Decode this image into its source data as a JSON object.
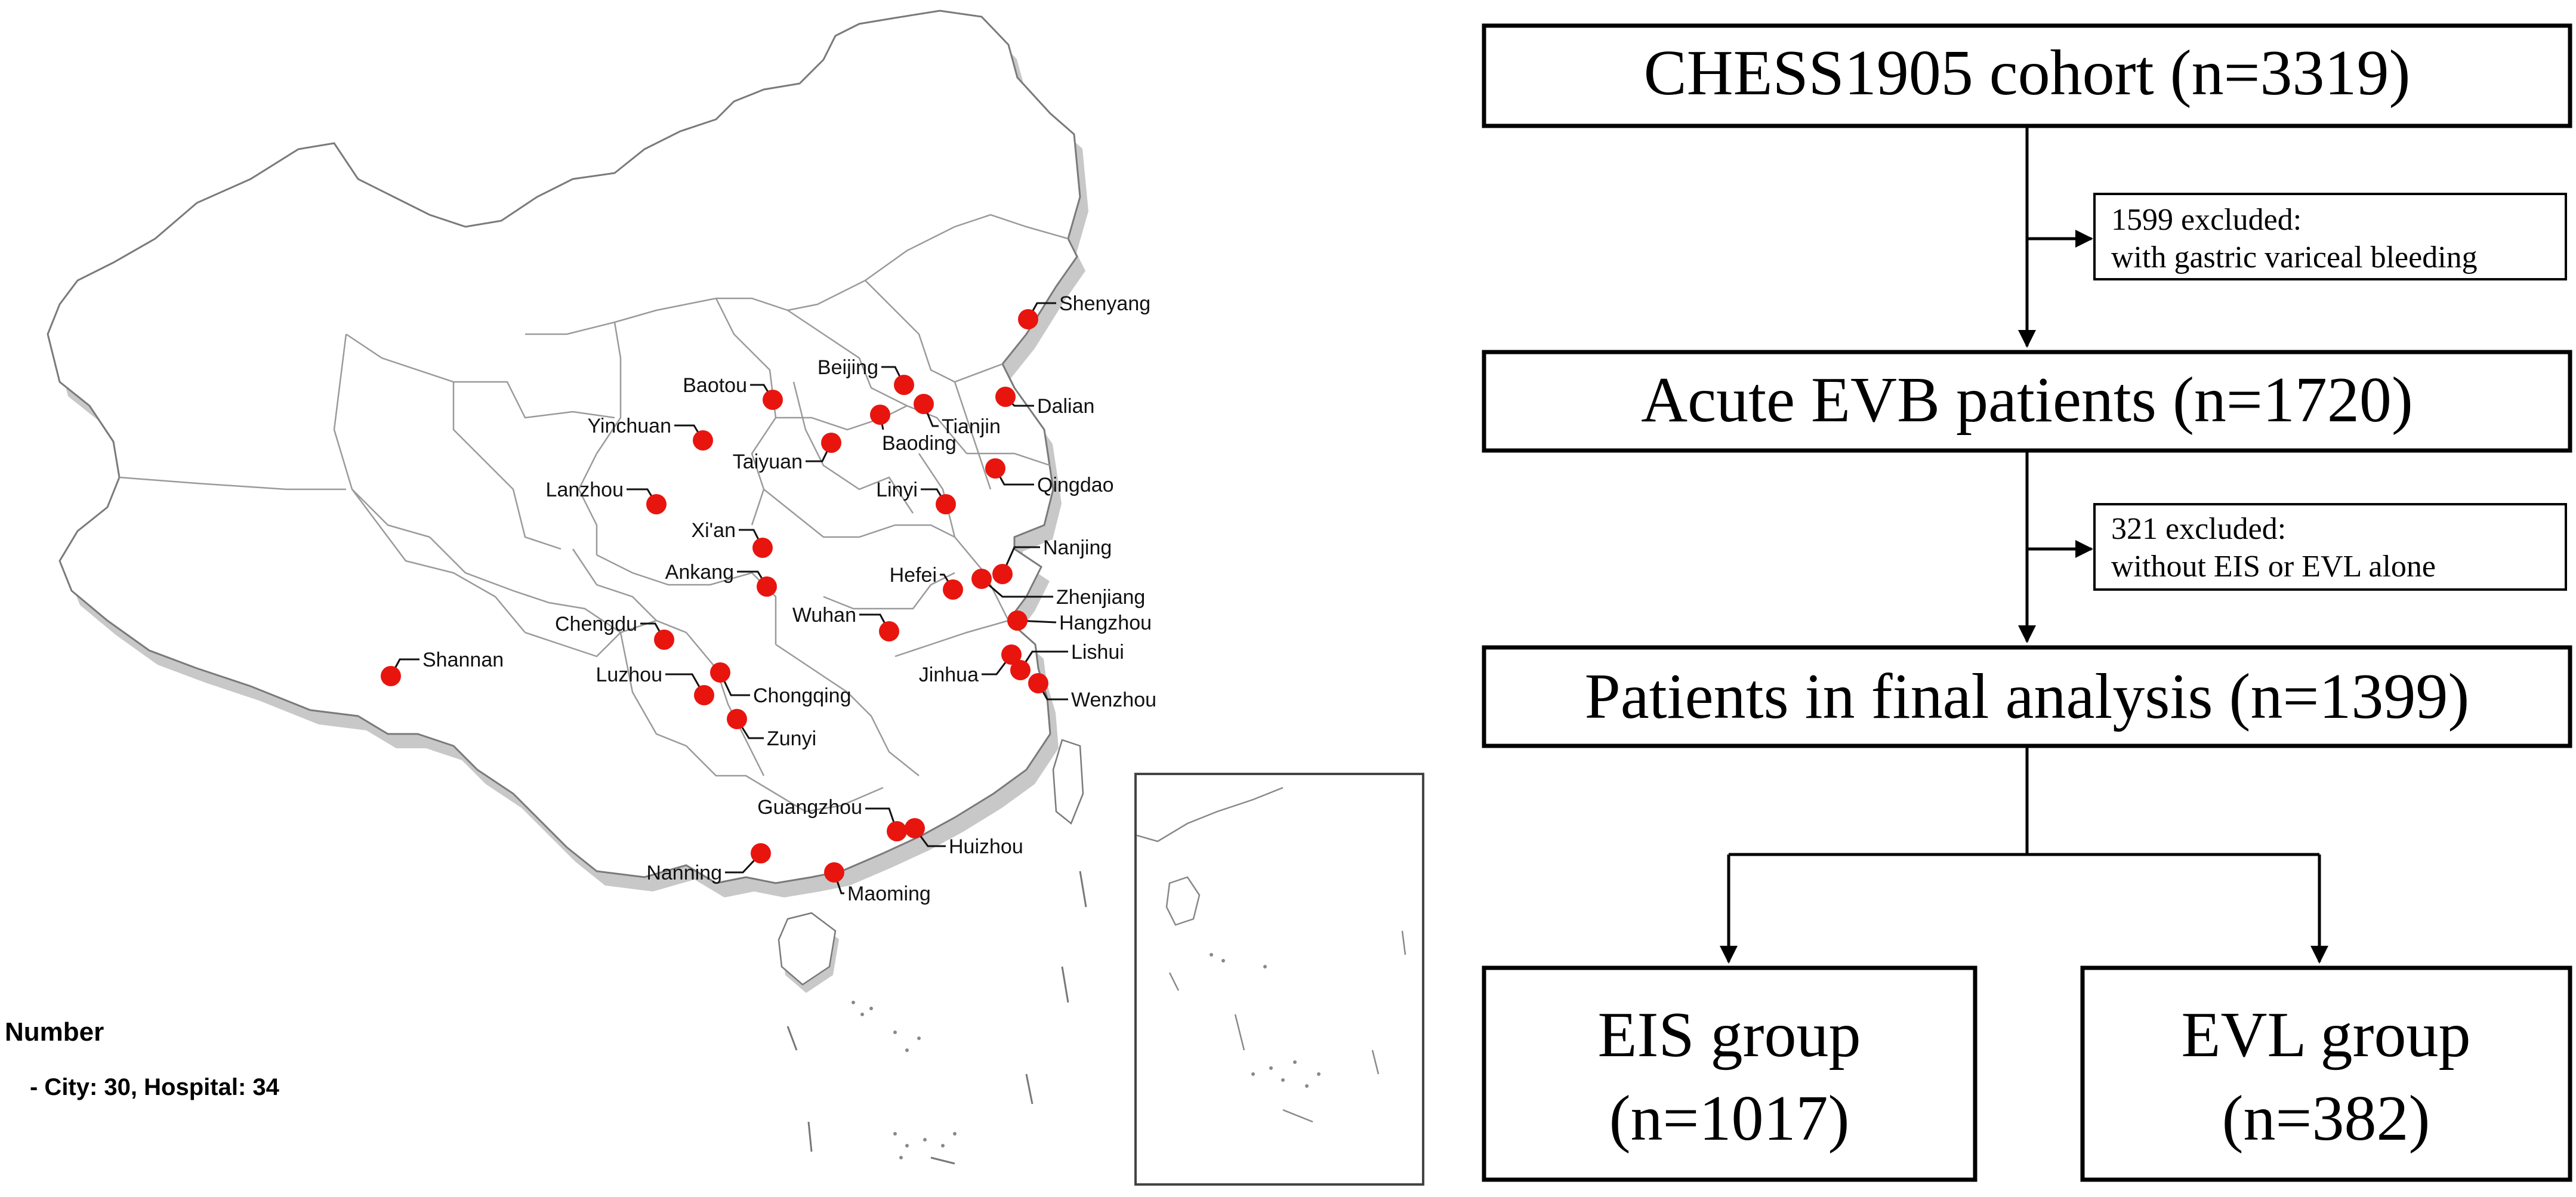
{
  "map": {
    "cities": [
      {
        "name": "Shenyang"
      },
      {
        "name": "Dalian"
      },
      {
        "name": "Beijing"
      },
      {
        "name": "Tianjin"
      },
      {
        "name": "Baoding"
      },
      {
        "name": "Baotou"
      },
      {
        "name": "Yinchuan"
      },
      {
        "name": "Taiyuan"
      },
      {
        "name": "Lanzhou"
      },
      {
        "name": "Qingdao"
      },
      {
        "name": "Linyi"
      },
      {
        "name": "Xi'an"
      },
      {
        "name": "Nanjing"
      },
      {
        "name": "Hefei"
      },
      {
        "name": "Zhenjiang"
      },
      {
        "name": "Ankang"
      },
      {
        "name": "Hangzhou"
      },
      {
        "name": "Chengdu"
      },
      {
        "name": "Wuhan"
      },
      {
        "name": "Shannan"
      },
      {
        "name": "Lishui"
      },
      {
        "name": "Jinhua"
      },
      {
        "name": "Luzhou"
      },
      {
        "name": "Chongqing"
      },
      {
        "name": "Wenzhou"
      },
      {
        "name": "Zunyi"
      },
      {
        "name": "Guangzhou"
      },
      {
        "name": "Huizhou"
      },
      {
        "name": "Nanning"
      },
      {
        "name": "Maoming"
      }
    ],
    "marker_color": "#e8150f",
    "legend": {
      "title": "Number",
      "detail": "- City: 30, Hospital: 34"
    }
  },
  "flowchart": {
    "cohort": "CHESS1905 cohort (n=3319)",
    "exclusion1_line1": "1599 excluded:",
    "exclusion1_line2": "with gastric variceal bleeding",
    "acute": "Acute EVB patients (n=1720)",
    "exclusion2_line1": "321 excluded:",
    "exclusion2_line2": "without EIS or EVL alone",
    "final": "Patients in final analysis (n=1399)",
    "eis_line1": "EIS group",
    "eis_line2": "(n=1017)",
    "evl_line1": "EVL group",
    "evl_line2": "(n=382)"
  }
}
